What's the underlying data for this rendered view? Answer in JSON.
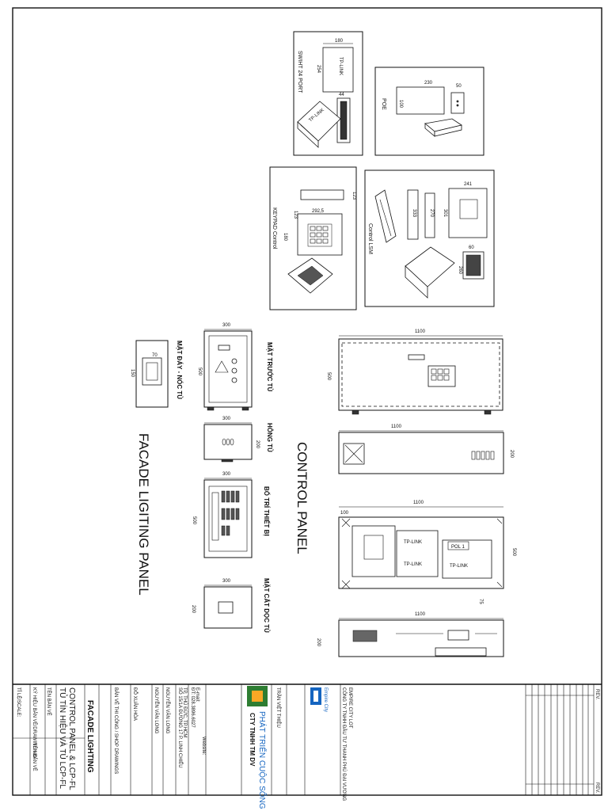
{
  "titles": {
    "control_panel": "CONTROL PANEL",
    "facade_panel": "FACADE LIGITING PANEL"
  },
  "devices": {
    "switch_label": "SWIHT 24 PORT",
    "poe_label": "POE",
    "keypad_label": "KEYPAD Control",
    "lsm_label": "Control LSM",
    "brand": "TP-LINK",
    "poe_tag": "POL 1"
  },
  "views": {
    "front": "MẶT TRƯỚC TỦ",
    "top": "MẶT ĐÁY - NÓC TỦ",
    "side": "HÔNG TỦ",
    "layout": "BỐ TRÍ THIẾT BỊ",
    "section": "MẶT CẮT DỌC TỦ"
  },
  "dimensions": {
    "sw_w": "180",
    "sw_h": "254",
    "sw_d": "44",
    "poe_w": "230",
    "poe_d": "50",
    "poe_h": "100",
    "kp_w": "292,5",
    "kp_h": "180",
    "kp_d": "123",
    "kp_d2": "123",
    "lsm_w": "241",
    "lsm_h": "301",
    "lsm_d": "270",
    "lsm_d2": "333",
    "lsm_s": "60",
    "lsm_s2": "260",
    "cp_w": "1100",
    "cp_h": "500",
    "cp_d": "200",
    "cp_inner": "100",
    "cp_offset": "75",
    "fp_w": "300",
    "fp_h": "500",
    "fp_d": "200",
    "fp_hole_w": "70",
    "fp_hole_h": "150"
  },
  "title_block": {
    "company": "CTY TNHH TM DV",
    "slogan": "PHÁT TRIỂN CUỘC SỐNG",
    "project": "FACADE LIGHTING",
    "drawing_1": "CONTROL PANEL & LCP-FL",
    "drawing_2": "TỦ TÍN HIỆU VÀ TỦ LCP-FL",
    "designer": "NGUYỄN VĂN LONG",
    "checker": "NGUYỄN VĂN LONG",
    "approver": "ĐỖ XUÂN HÒA",
    "manager": "TRẦN VIỆT THIỆU",
    "doc_type": "BẢN VẼ THI CÔNG / SHOP DRAWINGS",
    "address_1": "SỐ 15/1A ĐƯỜNG 17 P. LINH CHIỂU",
    "address_2": "TP. THỦ ĐỨC, TP.HCM",
    "address_3": "ĐT: 028.3896.6027",
    "email": "E-mail:",
    "website": "Website:",
    "scale": "TỈ LỆ/SCALE:",
    "drawing_no": "KÝ HIỆU BẢN VẼ/DRAWING NO.",
    "sheet_no": "TÊN BẢN VẼ",
    "logo_text": "Empire City",
    "client_1": "CÔNG TY TNHH ĐẦU TƯ THANH PHÚ ĐẠI VƯƠNG",
    "client_2": "EMPIRE CITY LOT",
    "rev": "REV."
  }
}
